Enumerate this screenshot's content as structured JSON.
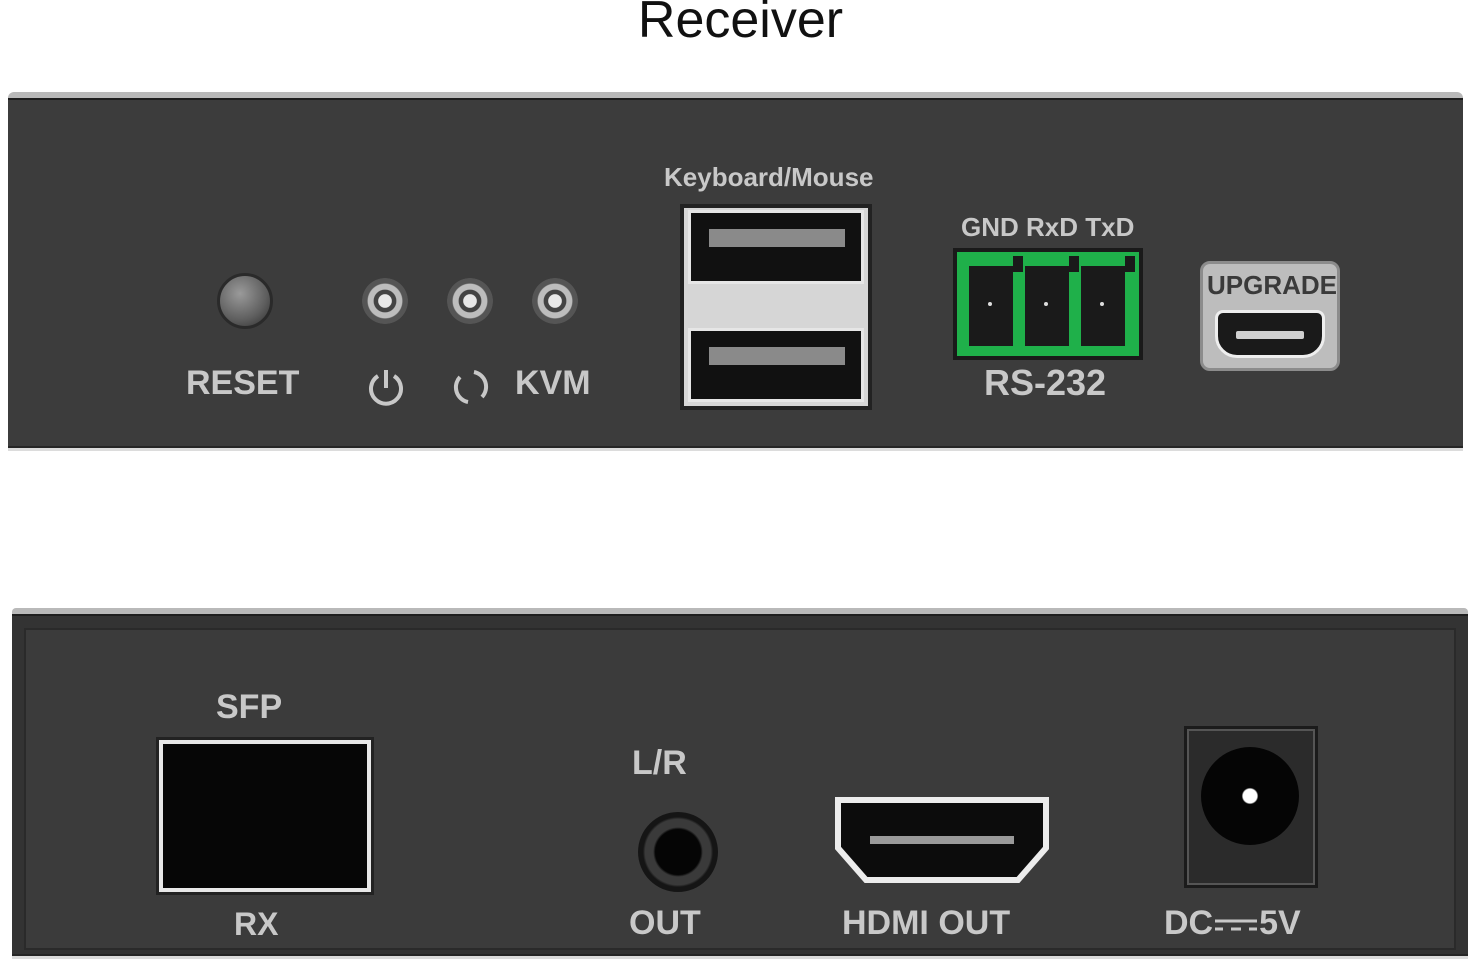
{
  "title": "Receiver",
  "front_panel": {
    "reset_label": "RESET",
    "kvm_label": "KVM",
    "power_icon": "power-icon",
    "link_icon": "link-icon",
    "usb_label": "Keyboard/Mouse",
    "rs232_pins_label": "GND RxD TxD",
    "rs232_label": "RS-232",
    "upgrade_label": "UPGRADE",
    "terminal_color": "#1fb04a"
  },
  "rear_panel": {
    "sfp_label": "SFP",
    "rx_label": "RX",
    "audio_top_label": "L/R",
    "audio_bottom_label": "OUT",
    "hdmi_label": "HDMI OUT",
    "dc_label_prefix": "DC",
    "dc_label_value": "5V"
  }
}
